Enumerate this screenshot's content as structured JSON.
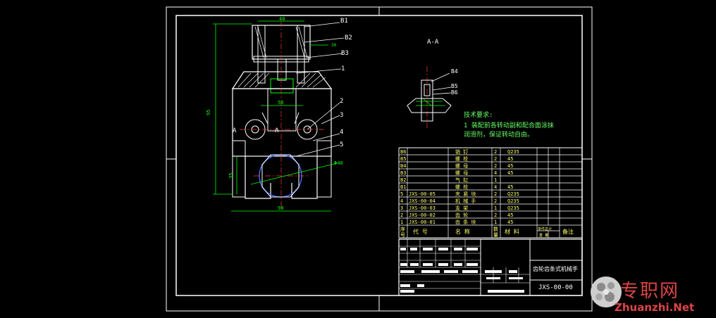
{
  "drawing": {
    "section_label": "A-A",
    "section_mark_left": "A",
    "section_mark_right": "A",
    "part_callouts": [
      "B1",
      "B2",
      "B3",
      "1",
      "2",
      "3",
      "4",
      "5"
    ],
    "section_callouts": [
      "B4",
      "B5",
      "B6"
    ],
    "dimensions": {
      "top_width": "40",
      "bolt_spacing": "30",
      "gear_width": "50",
      "overall_height": "95",
      "lower_height": "35",
      "base_width": "98",
      "diameter": "Φ40"
    },
    "tech_req_title": "技术要求:",
    "tech_req_line1": "1 装配前各转动副和配合面涂抹",
    "tech_req_line2": "润滑剂，保证转动自由。"
  },
  "bom": {
    "rows": [
      {
        "no": "B6",
        "code": "",
        "name": "销  钉",
        "qty": "2",
        "mat": "Q235"
      },
      {
        "no": "B5",
        "code": "",
        "name": "螺  栓",
        "qty": "2",
        "mat": "45"
      },
      {
        "no": "B4",
        "code": "",
        "name": "螺  母",
        "qty": "2",
        "mat": "45"
      },
      {
        "no": "B3",
        "code": "",
        "name": "螺  母",
        "qty": "4",
        "mat": "45"
      },
      {
        "no": "B2",
        "code": "",
        "name": "气  缸",
        "qty": "1",
        "mat": ""
      },
      {
        "no": "B1",
        "code": "",
        "name": "螺  栓",
        "qty": "4",
        "mat": "45"
      },
      {
        "no": "5",
        "code": "JXS-00-05",
        "name": "夹 紧 块",
        "qty": "2",
        "mat": "Q235"
      },
      {
        "no": "4",
        "code": "JXS-00-04",
        "name": "机 械 手",
        "qty": "2",
        "mat": "Q235"
      },
      {
        "no": "3",
        "code": "JXS-00-03",
        "name": "支  架",
        "qty": "1",
        "mat": "Q235"
      },
      {
        "no": "2",
        "code": "JXS-00-02",
        "name": "齿  轮",
        "qty": "2",
        "mat": "45"
      },
      {
        "no": "1",
        "code": "JXS-00-01",
        "name": "齿 条 块",
        "qty": "1",
        "mat": "45"
      }
    ],
    "header": {
      "no_top": "序",
      "no_bottom": "号",
      "code": "代    号",
      "name": "名  称",
      "qty_top": "数",
      "qty_bottom": "量",
      "mat": "材      料",
      "weight_top": "单件总计",
      "weight_bottom": "重  量",
      "remark": "备注"
    }
  },
  "title_block": {
    "drawing_name": "齿轮齿条式机械手",
    "drawing_no": "JXS-00-00"
  },
  "watermark": {
    "text": "专职网",
    "url": "Zhuanzhi.Net"
  },
  "colors": {
    "frame": "#ffffff",
    "outline": "#ffffff",
    "dimension": "#00ff00",
    "centerline": "#ff3b3b",
    "hatch": "#ffffff",
    "circle": "#4a6cff",
    "text_yellow": "#ffff66",
    "text_green": "#66ff66",
    "watermark": "#dd4444"
  }
}
